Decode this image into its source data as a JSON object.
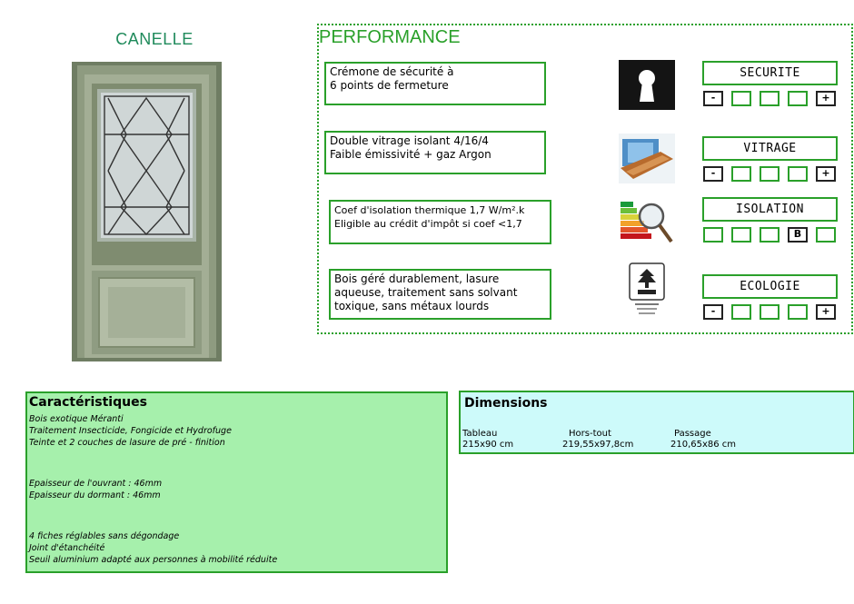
{
  "product": {
    "name": "CANELLE"
  },
  "performance": {
    "title": "PERFORMANCE",
    "rows": [
      {
        "text_lines": [
          "Crémone de sécurité à",
          "6 points de fermeture"
        ],
        "icon": "keyhole-icon",
        "rating_label": "SECURITE",
        "cells": [
          "-",
          "",
          "",
          "",
          "+"
        ]
      },
      {
        "text_lines": [
          "Double vitrage isolant 4/16/4",
          "Faible émissivité + gaz Argon"
        ],
        "icon": "window-glazing-icon",
        "rating_label": "VITRAGE",
        "cells": [
          "-",
          "",
          "",
          "",
          "+"
        ]
      },
      {
        "text_lines": [
          "Coef d'isolation thermique 1,7 W/m².k",
          "Eligible au crédit d'impôt si coef <1,7"
        ],
        "icon": "energy-rating-magnifier-icon",
        "rating_label": "ISOLATION",
        "cells": [
          "",
          "",
          "",
          "B",
          ""
        ]
      },
      {
        "text_lines": [
          "Bois géré durablement, lasure",
          "aqueuse, traitement sans solvant",
          "toxique, sans métaux lourds"
        ],
        "icon": "fsc-logo-icon",
        "rating_label": "ECOLOGIE",
        "cells": [
          "-",
          "",
          "",
          "",
          "+"
        ]
      }
    ]
  },
  "characteristics": {
    "title": "Caractéristiques",
    "lines": [
      "Bois exotique Méranti",
      "Traitement Insecticide, Fongicide et Hydrofuge",
      "Teinte et 2 couches de lasure de pré - finition",
      "Epaisseur de l'ouvrant : 46mm",
      "Epaisseur du dormant : 46mm",
      "4 fiches réglables sans dégondage",
      "Joint d'étanchéité",
      "Seuil aluminium adapté aux personnes à mobilité réduite"
    ]
  },
  "dimensions": {
    "title": "Dimensions",
    "columns": [
      {
        "label": "Tableau",
        "value": "215x90 cm"
      },
      {
        "label": "Hors-tout",
        "value": "219,55x97,8cm"
      },
      {
        "label": "Passage",
        "value": "210,65x86 cm"
      }
    ]
  },
  "colors": {
    "accent_green": "#2aa02a",
    "title_green": "#1f8a5b",
    "carac_bg": "#a6f0ac",
    "dim_bg": "#cdfafa"
  }
}
